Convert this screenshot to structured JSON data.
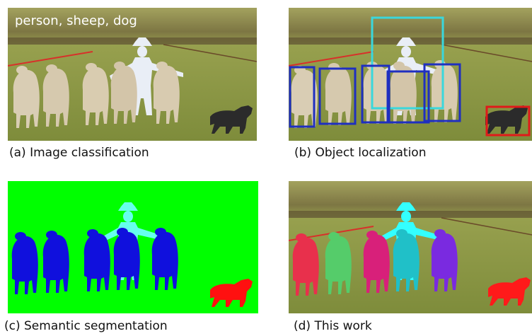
{
  "panels": {
    "a": {
      "caption": "(a) Image classification",
      "overlay_labels": "person, sheep, dog"
    },
    "b": {
      "caption": "(b) Object localization"
    },
    "c": {
      "caption": "(c) Semantic segmentation"
    },
    "d": {
      "caption": "(d) This work"
    }
  },
  "colors": {
    "person_box": "#3ad7dc",
    "sheep_box": "#1f2fc0",
    "dog_box": "#e01a1a",
    "semantic_background": "#00ff00",
    "semantic_person": "#66ffee",
    "semantic_sheep": "#1010dd",
    "semantic_dog": "#ff1010",
    "instance_person": "#33ffff",
    "instance_sheep": [
      "#e8304c",
      "#55cc6a",
      "#d8207a",
      "#20c0c8",
      "#7a2ae0"
    ],
    "instance_dog": "#ff1a1a"
  }
}
